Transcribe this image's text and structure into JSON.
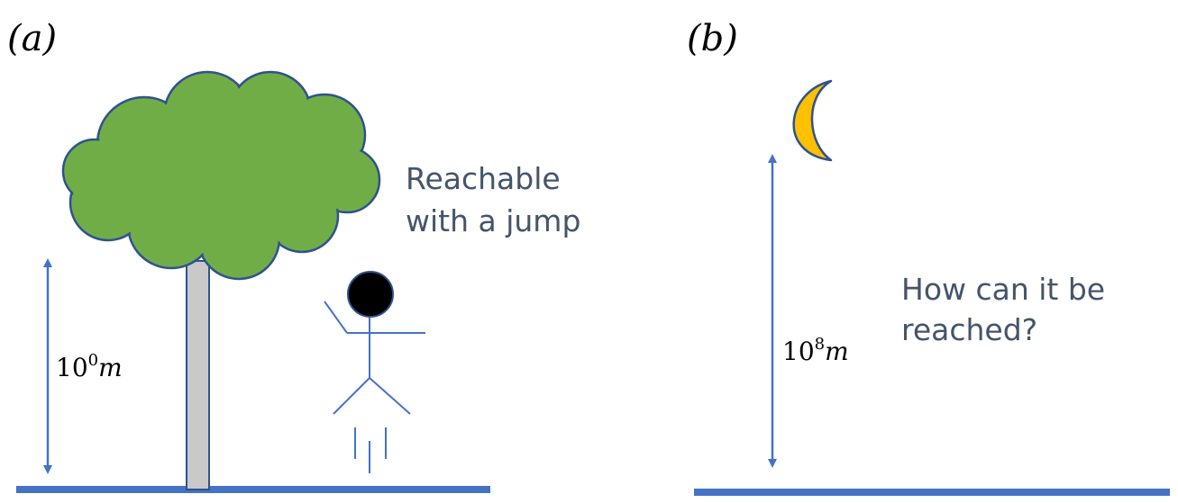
{
  "panels": {
    "a": {
      "label": "(a)",
      "caption_line1": "Reachable",
      "caption_line2": "with a jump",
      "height_base": "10",
      "height_exp": "0",
      "height_unit": "m"
    },
    "b": {
      "label": "(b)",
      "caption_line1": "How can it be",
      "caption_line2": "reached?",
      "height_base": "10",
      "height_exp": "8",
      "height_unit": "m"
    }
  },
  "colors": {
    "ground": "#4472c4",
    "arrow": "#4472c4",
    "foliage": "#70ad47",
    "foliage_outline": "#2f528f",
    "trunk": "#c9c9c9",
    "moon": "#ffc000",
    "figure_lines": "#4472c4",
    "head": "#000000",
    "caption_text": "#44546a"
  }
}
